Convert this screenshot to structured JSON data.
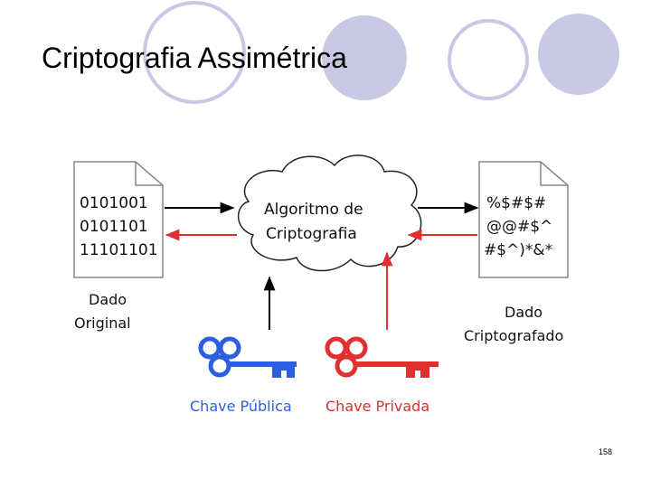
{
  "slide": {
    "title": "Criptografia Assimétrica",
    "page_number": "158"
  },
  "diagram": {
    "original_doc": {
      "lines": [
        "0101001",
        "0101101",
        "11101101"
      ],
      "label": [
        "Dado",
        "Original"
      ]
    },
    "algorithm": {
      "lines": [
        "Algoritmo de",
        "Criptografia"
      ]
    },
    "encrypted_doc": {
      "lines": [
        "%$#$#",
        "@@#$^",
        "#$^)*&*"
      ],
      "label": [
        "Dado",
        "Criptografado"
      ]
    },
    "public_key": {
      "label": "Chave Pública",
      "color": "#2b5fe0"
    },
    "private_key": {
      "label": "Chave Privada",
      "color": "#e03030"
    },
    "colors": {
      "forward_arrow": "#000000",
      "reverse_arrow": "#e03030",
      "circles": "#c9c9e6"
    }
  }
}
